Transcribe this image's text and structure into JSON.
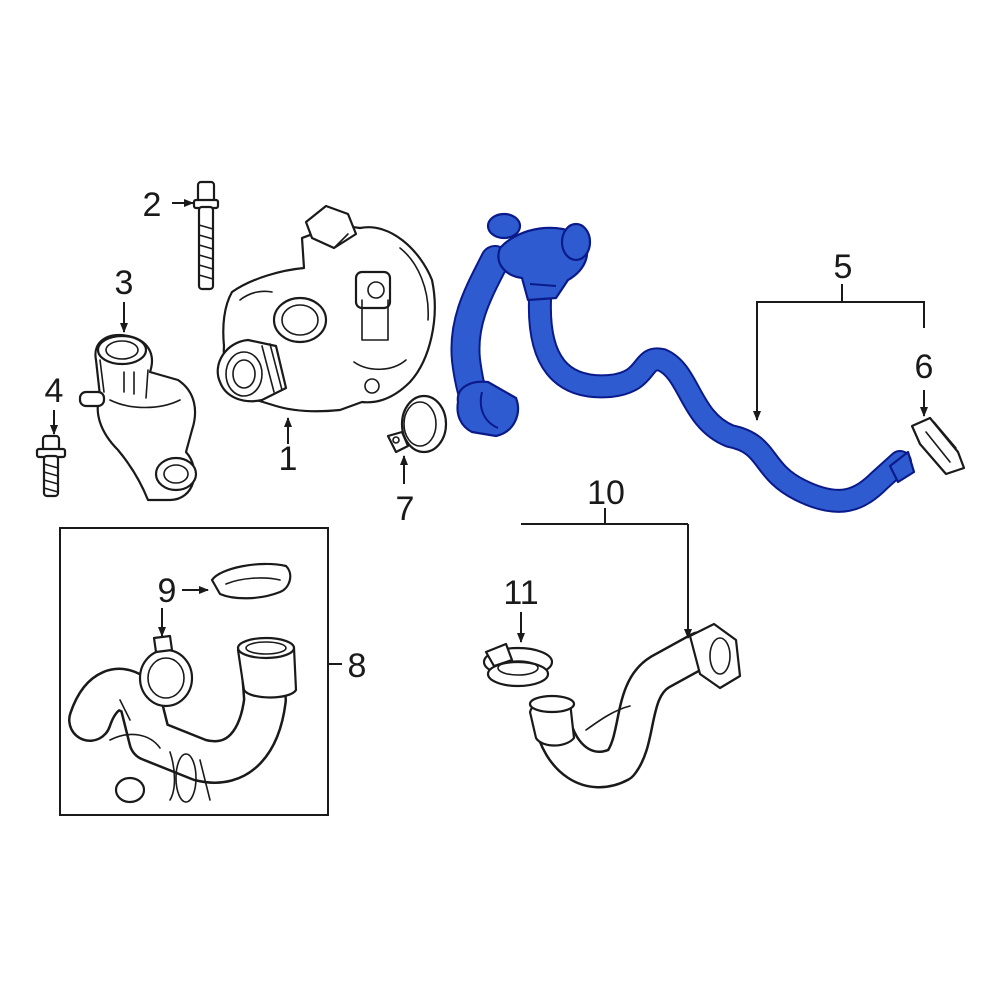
{
  "colors": {
    "highlight_fill": "#2f5bd1",
    "highlight_outline": "#0a1a8a",
    "line": "#1a1a1a",
    "background": "#ffffff"
  },
  "callouts": {
    "c1": "1",
    "c2": "2",
    "c3": "3",
    "c4": "4",
    "c5": "5",
    "c6": "6",
    "c7": "7",
    "c8": "8",
    "c9": "9",
    "c10": "10",
    "c11": "11"
  }
}
